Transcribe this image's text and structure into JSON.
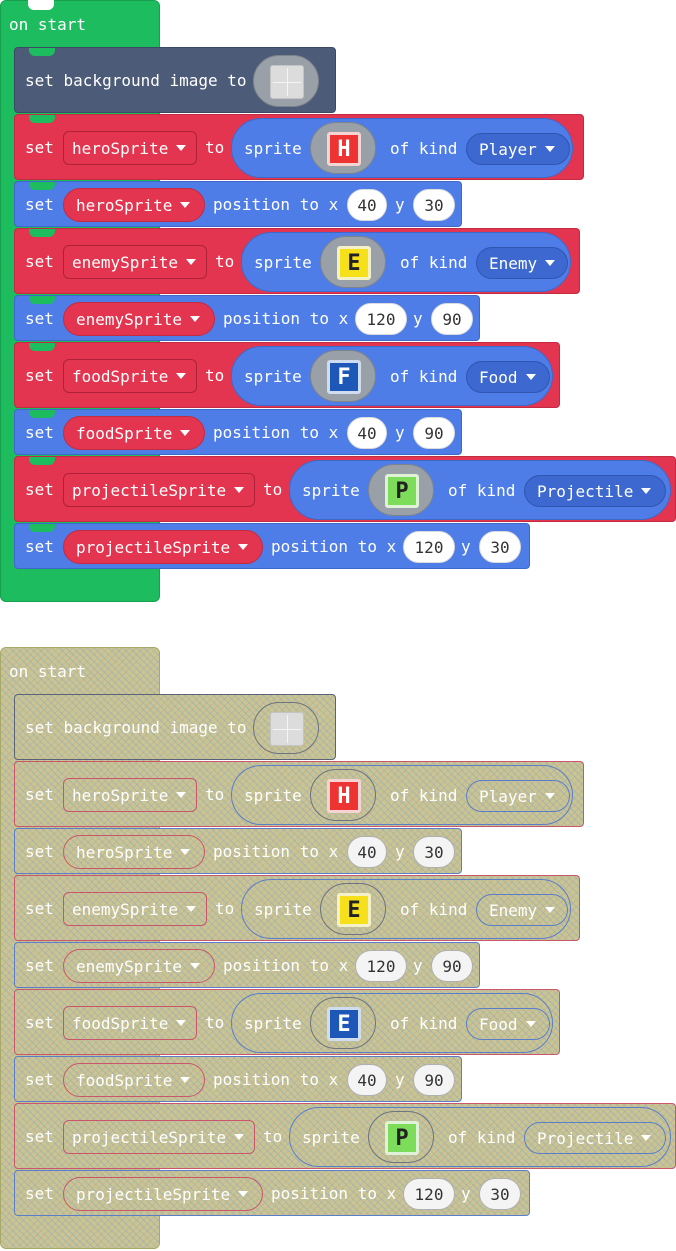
{
  "hat_label": "on start",
  "set_bg": {
    "label": "set background image to",
    "icon": "empty-image-icon"
  },
  "kw": {
    "set": "set",
    "to": "to",
    "sprite": "sprite",
    "of_kind": "of kind",
    "position_to_x": "position to x",
    "y": "y"
  },
  "sprites": [
    {
      "var": "heroSprite",
      "icon_letter": "H",
      "icon_color": "#ee3333",
      "kind": "Player",
      "x": "40",
      "y": "30"
    },
    {
      "var": "enemySprite",
      "icon_letter": "E",
      "icon_color": "#f6e01a",
      "kind": "Enemy",
      "x": "120",
      "y": "90"
    },
    {
      "var": "foodSprite",
      "icon_letter": "F",
      "icon_color": "#1d57b8",
      "kind": "Food",
      "x": "40",
      "y": "90"
    },
    {
      "var": "projectileSprite",
      "icon_letter": "P",
      "icon_color": "#7ddc5a",
      "kind": "Projectile",
      "x": "120",
      "y": "30"
    }
  ],
  "sprites_copy_letters": [
    "H",
    "E",
    "E",
    "P"
  ],
  "colors": {
    "hat": "#1dbc5f",
    "variables": "#e3354f",
    "sprites": "#4f7de8",
    "scene": "#4c5b78"
  }
}
